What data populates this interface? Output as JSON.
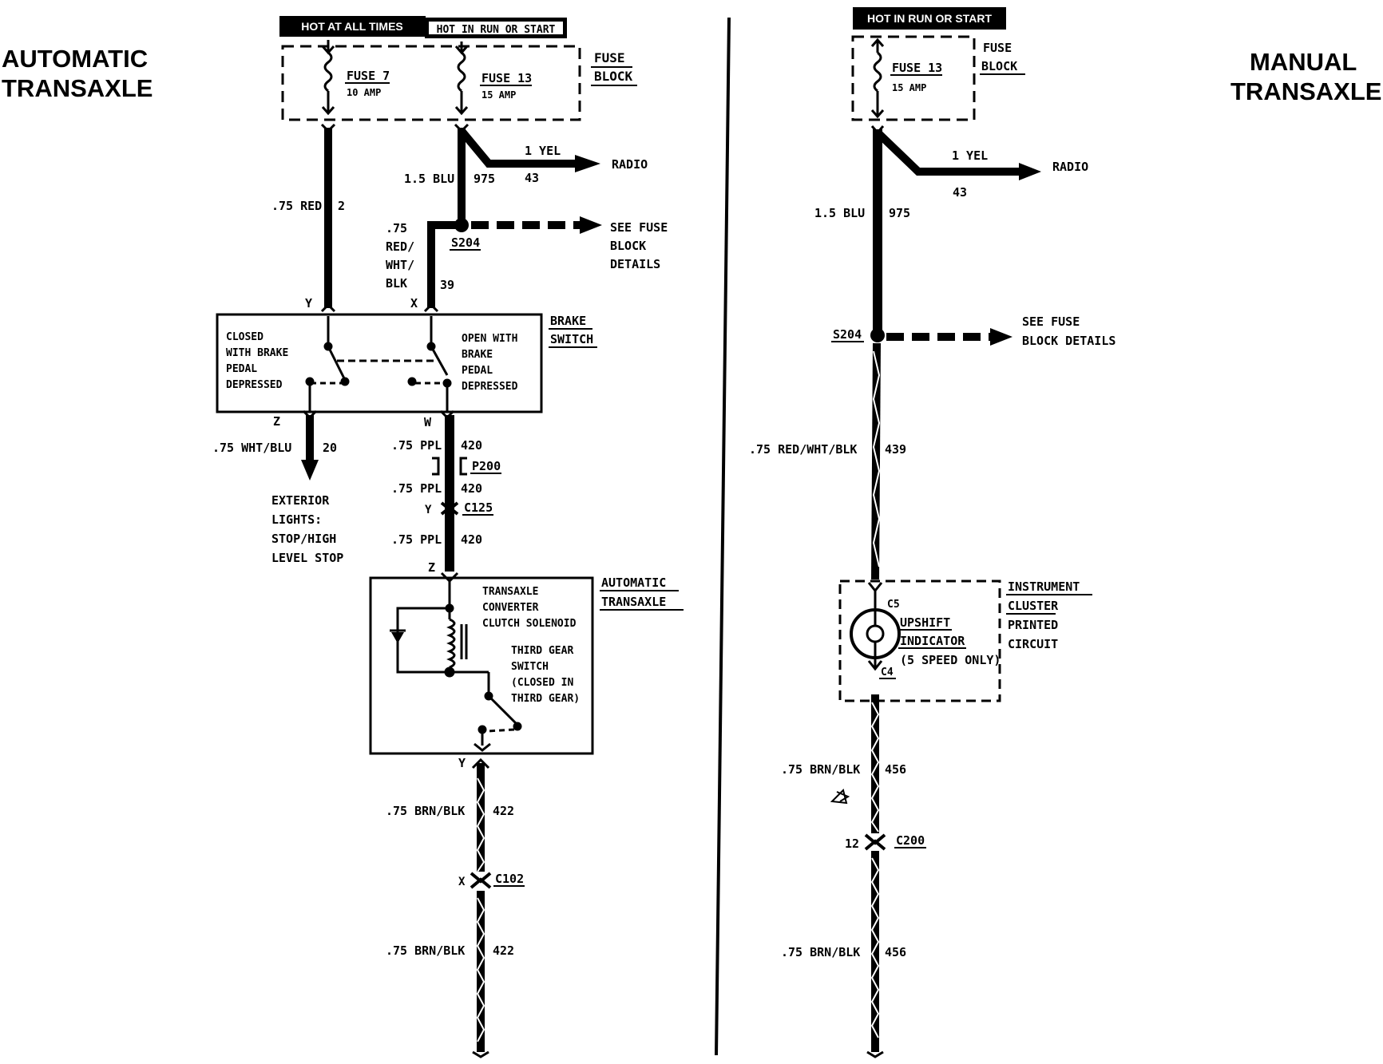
{
  "titles": {
    "automatic_line1": "AUTOMATIC",
    "automatic_line2": "TRANSAXLE",
    "manual_line1": "MANUAL",
    "manual_line2": "TRANSAXLE"
  },
  "automatic": {
    "hot_at_all_times": "HOT AT ALL TIMES",
    "hot_in_run_or_start": "HOT IN RUN OR START",
    "fuse_block": [
      "FUSE",
      "BLOCK"
    ],
    "fuse7": {
      "name": "FUSE 7",
      "rating": "10 AMP"
    },
    "fuse13": {
      "name": "FUSE 13",
      "rating": "15 AMP"
    },
    "radio_branch": {
      "wire": "1 YEL",
      "circuit": "43",
      "dest": "RADIO"
    },
    "red_wire": {
      "wire": ".75 RED",
      "circuit": "2"
    },
    "blu_wire": {
      "wire": "1.5 BLU",
      "circuit": "975"
    },
    "splice": "S204",
    "see_fuse": [
      "SEE FUSE",
      "BLOCK",
      "DETAILS"
    ],
    "rwb_wire": {
      "wire": [
        ".75",
        "RED/",
        "WHT/",
        "BLK"
      ],
      "circuit": "39"
    },
    "pin_y": "Y",
    "pin_x": "X",
    "brake_switch": [
      "BRAKE",
      "SWITCH"
    ],
    "closed_text": [
      "CLOSED",
      "WITH BRAKE",
      "PEDAL",
      "DEPRESSED"
    ],
    "open_text": [
      "OPEN WITH",
      "BRAKE",
      "PEDAL",
      "DEPRESSED"
    ],
    "pin_z": "Z",
    "pin_w": "W",
    "wht_blu": {
      "wire": ".75 WHT/BLU",
      "circuit": "20"
    },
    "exterior_lights": [
      "EXTERIOR",
      "LIGHTS:",
      "STOP/HIGH",
      "LEVEL STOP"
    ],
    "ppl_1": {
      "wire": ".75 PPL",
      "circuit": "420"
    },
    "p200": "P200",
    "ppl_2": {
      "wire": ".75 PPL",
      "circuit": "420"
    },
    "c125_pin": "Y",
    "c125": "C125",
    "ppl_3": {
      "wire": ".75 PPL",
      "circuit": "420"
    },
    "auto_pin_z": "Z",
    "automatic_transaxle": [
      "AUTOMATIC",
      "TRANSAXLE"
    ],
    "solenoid_text": [
      "TRANSAXLE",
      "CONVERTER",
      "CLUTCH SOLENOID"
    ],
    "third_gear_text": [
      "THIRD GEAR",
      "SWITCH",
      "(CLOSED IN",
      "THIRD GEAR)"
    ],
    "auto_pin_y": "Y",
    "brn_blk_1": {
      "wire": ".75 BRN/BLK",
      "circuit": "422"
    },
    "c102_pin": "X",
    "c102": "C102",
    "brn_blk_2": {
      "wire": ".75 BRN/BLK",
      "circuit": "422"
    }
  },
  "manual": {
    "hot_in_run_or_start": "HOT IN RUN OR START",
    "fuse_block": [
      "FUSE",
      "BLOCK"
    ],
    "fuse13": {
      "name": "FUSE 13",
      "rating": "15 AMP"
    },
    "radio_branch": {
      "wire": "1 YEL",
      "circuit": "43",
      "dest": "RADIO"
    },
    "blu_wire": {
      "wire": "1.5 BLU",
      "circuit": "975"
    },
    "splice": "S204",
    "see_fuse": [
      "SEE FUSE",
      "BLOCK DETAILS"
    ],
    "rwb_wire": {
      "wire": ".75 RED/WHT/BLK",
      "circuit": "439"
    },
    "c5": "C5",
    "upshift": [
      "UPSHIFT",
      "INDICATOR",
      "(5 SPEED ONLY)"
    ],
    "c4": "C4",
    "instrument_cluster": [
      "INSTRUMENT",
      "CLUSTER",
      "PRINTED",
      "CIRCUIT"
    ],
    "brn_blk_1": {
      "wire": ".75 BRN/BLK",
      "circuit": "456"
    },
    "c200_pin": "12",
    "c200": "C200",
    "brn_blk_2": {
      "wire": ".75 BRN/BLK",
      "circuit": "456"
    }
  }
}
